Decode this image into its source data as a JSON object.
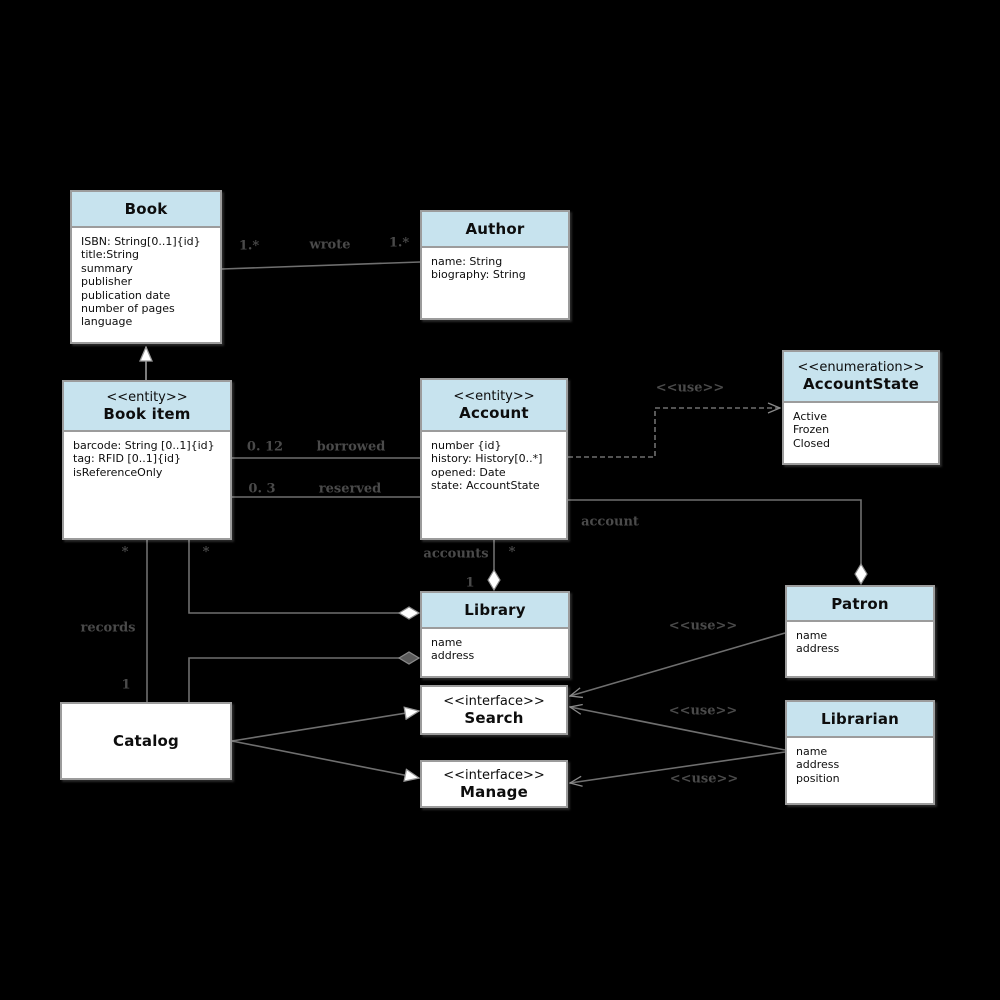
{
  "diagram": {
    "type": "uml-class-diagram",
    "colors": {
      "background": "#000000",
      "header_fill": "#c7e3ee",
      "body_fill": "#ffffff",
      "border": "#9c9c9c",
      "line": "#6f6f6f",
      "edge_label": "#4a4a4a",
      "text": "#0d0d0d"
    }
  },
  "classes": {
    "book": {
      "name": "Book",
      "attributes": "ISBN: String[0..1]{id}\ntitle:String\nsummary\npublisher\npublication date\nnumber of pages\nlanguage"
    },
    "author": {
      "name": "Author",
      "attributes": "name: String\nbiography: String"
    },
    "book_item": {
      "stereotype": "<<entity>>",
      "name": "Book item",
      "attributes": "barcode: String [0..1]{id}\ntag: RFID [0..1]{id}\nisReferenceOnly"
    },
    "account": {
      "stereotype": "<<entity>>",
      "name": "Account",
      "attributes": "number {id}\nhistory: History[0..*]\nopened: Date\nstate: AccountState"
    },
    "account_state": {
      "stereotype": "<<enumeration>>",
      "name": "AccountState",
      "attributes": "Active\nFrozen\nClosed"
    },
    "library": {
      "name": "Library",
      "attributes": "name\naddress"
    },
    "patron": {
      "name": "Patron",
      "attributes": "name\naddress"
    },
    "catalog": {
      "name": "Catalog"
    },
    "search": {
      "stereotype": "<<interface>>",
      "name": "Search"
    },
    "manage": {
      "stereotype": "<<interface>>",
      "name": "Manage"
    },
    "librarian": {
      "name": "Librarian",
      "attributes": "name\naddress\nposition"
    }
  },
  "relationships": {
    "wrote": {
      "label": "wrote",
      "book_multiplicity": "1.*",
      "author_multiplicity": "1.*"
    },
    "borrowed": {
      "label": "borrowed",
      "multiplicity": "0. 12"
    },
    "reserved": {
      "label": "reserved",
      "multiplicity": "0. 3"
    },
    "records": {
      "label": "records",
      "book_item_multiplicity": "*",
      "catalog_multiplicity": "1"
    },
    "library_accounts": {
      "label": "accounts",
      "account_multiplicity": "*",
      "library_multiplicity": "1"
    },
    "patron_account": {
      "label": "account"
    },
    "library_book_items": {
      "multiplicity": "*"
    },
    "account_uses_accountstate": {
      "label": "<<use>>"
    },
    "patron_uses_search": {
      "label": "<<use>>"
    },
    "librarian_uses_search": {
      "label": "<<use>>"
    },
    "librarian_uses_manage": {
      "label": "<<use>>"
    }
  }
}
